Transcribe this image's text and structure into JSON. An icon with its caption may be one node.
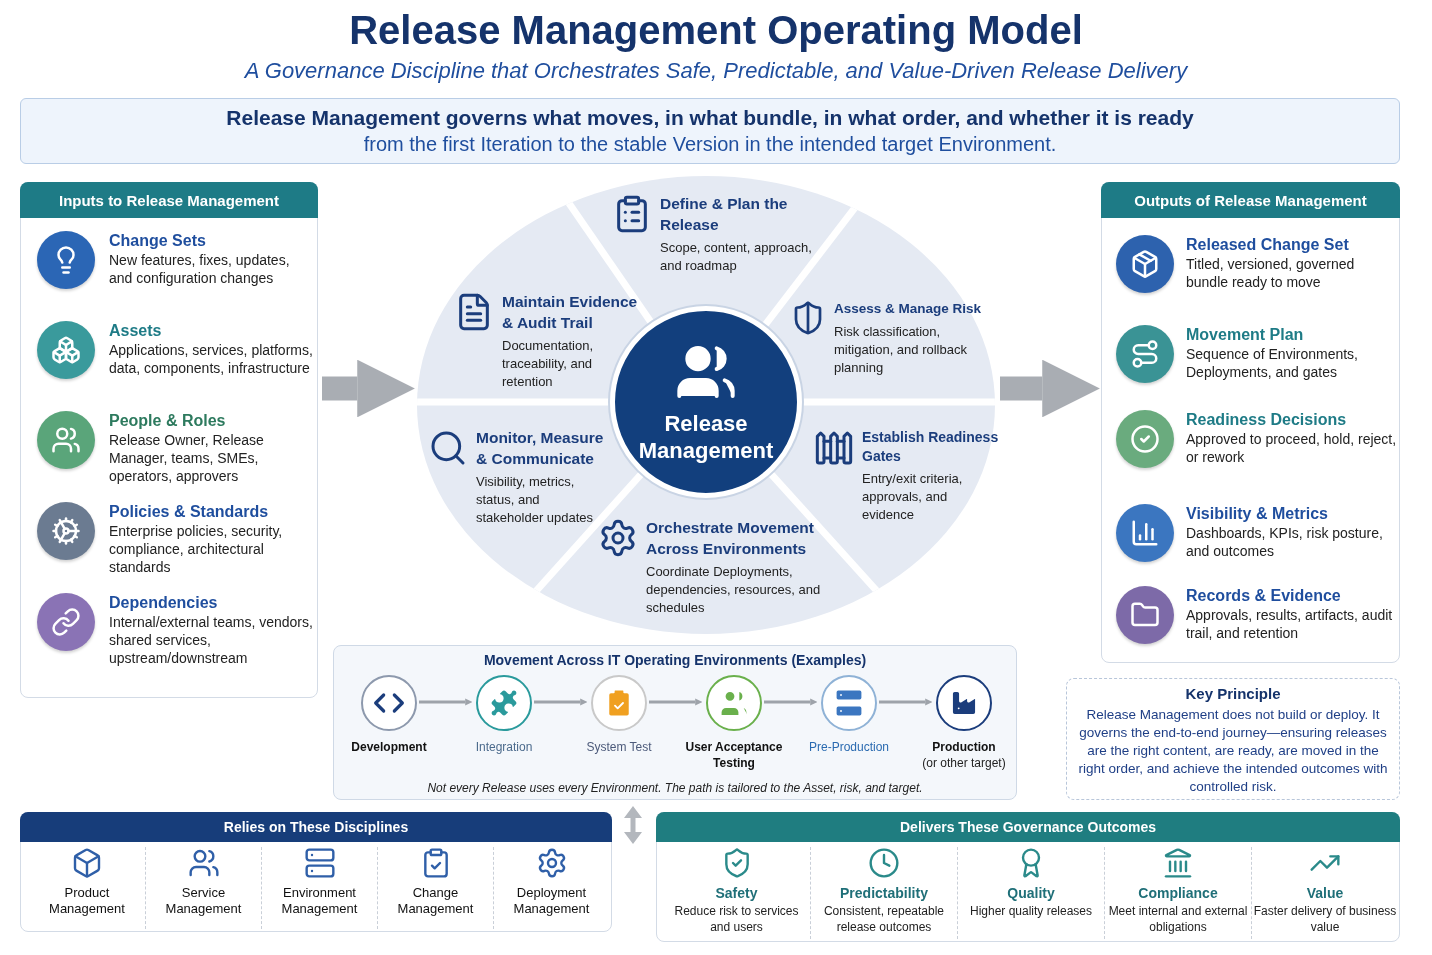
{
  "diagram": {
    "title": "Release Management Operating Model",
    "caption": "A Governance Discipline that Orchestrates Safe, Predictable, and Value-Driven Release Delivery",
    "nodes": [
      {
        "text": [
          "Inputs to Release Management"
        ]
      },
      {
        "text": [
          "Change Sets",
          "New features, fixes, updates, and configuration changes"
        ],
        "in": 0
      },
      {
        "text": [
          "Assets",
          "Applications, services, platforms, data, components, infrastructure"
        ],
        "in": 0
      },
      {
        "text": [
          "People & Roles",
          "Release Owner, Release Manager, teams, SMEs, operators, approvers"
        ],
        "in": 0
      },
      {
        "text": [
          "Policies & Standards",
          "Enterprise policies, security, compliance, architectural standards"
        ],
        "in": 0
      },
      {
        "text": [
          "Dependencies",
          "Internal/external teams, vendors, shared services, upstream/downstream"
        ],
        "in": 0
      },
      {
        "text": [],
        "shape": "circle"
      },
      {
        "text": [
          "Define & Plan the Release",
          "Scope, content, approach, and roadmap"
        ],
        "in": 6
      },
      {
        "text": [
          "Maintain Evidence & Audit Trail",
          "Documentation, traceability, and retention"
        ],
        "in": 6
      },
      {
        "text": [
          "Assess & Manage Risk",
          "Risk classification, mitigation, and rollback planning"
        ],
        "in": 6
      },
      {
        "text": [
          "Monitor, Measure & Communicate",
          "Visibility, metrics, status, and stakeholder updates"
        ],
        "in": 6
      },
      {
        "text": [
          "Establish Readiness Gates",
          "Entry/exit criteria, approvals, and evidence"
        ],
        "in": 6
      },
      {
        "text": [
          "Orchestrate Movement Across Environments",
          "Coordinate Deployments, dependencies, resources, and schedules"
        ],
        "in": 6
      },
      {
        "text": [
          "Release Management"
        ],
        "in": 6
      },
      {
        "text": [
          "Outputs of Release Management"
        ]
      },
      {
        "text": [
          "Released Change Set",
          "Titled, versioned, governed bundle ready to move"
        ],
        "in": 14
      },
      {
        "text": [
          "Movement Plan",
          "Sequence of Environments, Deployments, and gates"
        ],
        "in": 14
      },
      {
        "text": [
          "Readiness Decisions",
          "Approved to proceed, hold, reject, or rework"
        ],
        "in": 14
      },
      {
        "text": [
          "Visibility & Metrics",
          "Dashboards, KPIs, risk posture, and outcomes"
        ],
        "in": 14
      },
      {
        "text": [
          "Records & Evidence",
          "Approvals, results, artifacts, audit trail, and retention"
        ],
        "in": 14
      },
      {
        "text": [
          "Movement Across IT Operating Environments (Examples)",
          "Not every Release uses every Environment. The path is tailored to the Asset, risk, and target."
        ]
      },
      {
        "text": [
          "Development"
        ],
        "in": 20
      },
      {
        "text": [
          "Integration"
        ],
        "in": 20
      },
      {
        "text": [
          "System Test"
        ],
        "in": 20
      },
      {
        "text": [
          "User Acceptance Testing"
        ],
        "in": 20
      },
      {
        "text": [
          "Pre-Production"
        ],
        "in": 20
      },
      {
        "text": [
          "Production",
          "(or other target)"
        ],
        "in": 20
      },
      {
        "text": [
          "Key Principle",
          "Release Management does not build or deploy. It governs the end-to-end journey—ensuring releases are the right content, are ready, are moved in the right order, and achieve the intended outcomes with controlled risk."
        ]
      },
      {
        "text": [
          "Relies on These Disciplines"
        ]
      },
      {
        "text": [
          "Product Management"
        ],
        "in": 28
      },
      {
        "text": [
          "Service Management"
        ],
        "in": 28
      },
      {
        "text": [
          "Environment Management"
        ],
        "in": 28
      },
      {
        "text": [
          "Change Management"
        ],
        "in": 28
      },
      {
        "text": [
          "Deployment Management"
        ],
        "in": 28
      },
      {
        "text": [
          "Delivers These Governance Outcomes"
        ]
      },
      {
        "text": [
          "Safety",
          "Reduce risk to services and users"
        ],
        "in": 34
      },
      {
        "text": [
          "Predictability",
          "Consistent, repeatable release outcomes"
        ],
        "in": 34
      },
      {
        "text": [
          "Quality",
          "Higher quality releases"
        ],
        "in": 34
      },
      {
        "text": [
          "Compliance",
          "Meet internal and external obligations"
        ],
        "in": 34
      },
      {
        "text": [
          "Value",
          "Faster delivery of business value"
        ],
        "in": 34
      }
    ],
    "edges": [
      {
        "from": 0,
        "to": 6,
        "arrow": "to",
        "style": "thick"
      },
      {
        "from": 6,
        "to": 14,
        "arrow": "to",
        "style": "thick"
      },
      {
        "from": 21,
        "to": 22,
        "arrow": "to"
      },
      {
        "from": 22,
        "to": 23,
        "arrow": "to"
      },
      {
        "from": 23,
        "to": 24,
        "arrow": "to"
      },
      {
        "from": 24,
        "to": 25,
        "arrow": "to"
      },
      {
        "from": 25,
        "to": 26,
        "arrow": "to"
      }
    ],
    "labels": [
      "Release Management governs what moves, in what bundle, in what order, and whether it is ready",
      "from the first Iteration to the stable Version in the intended target Environment."
    ]
  }
}
